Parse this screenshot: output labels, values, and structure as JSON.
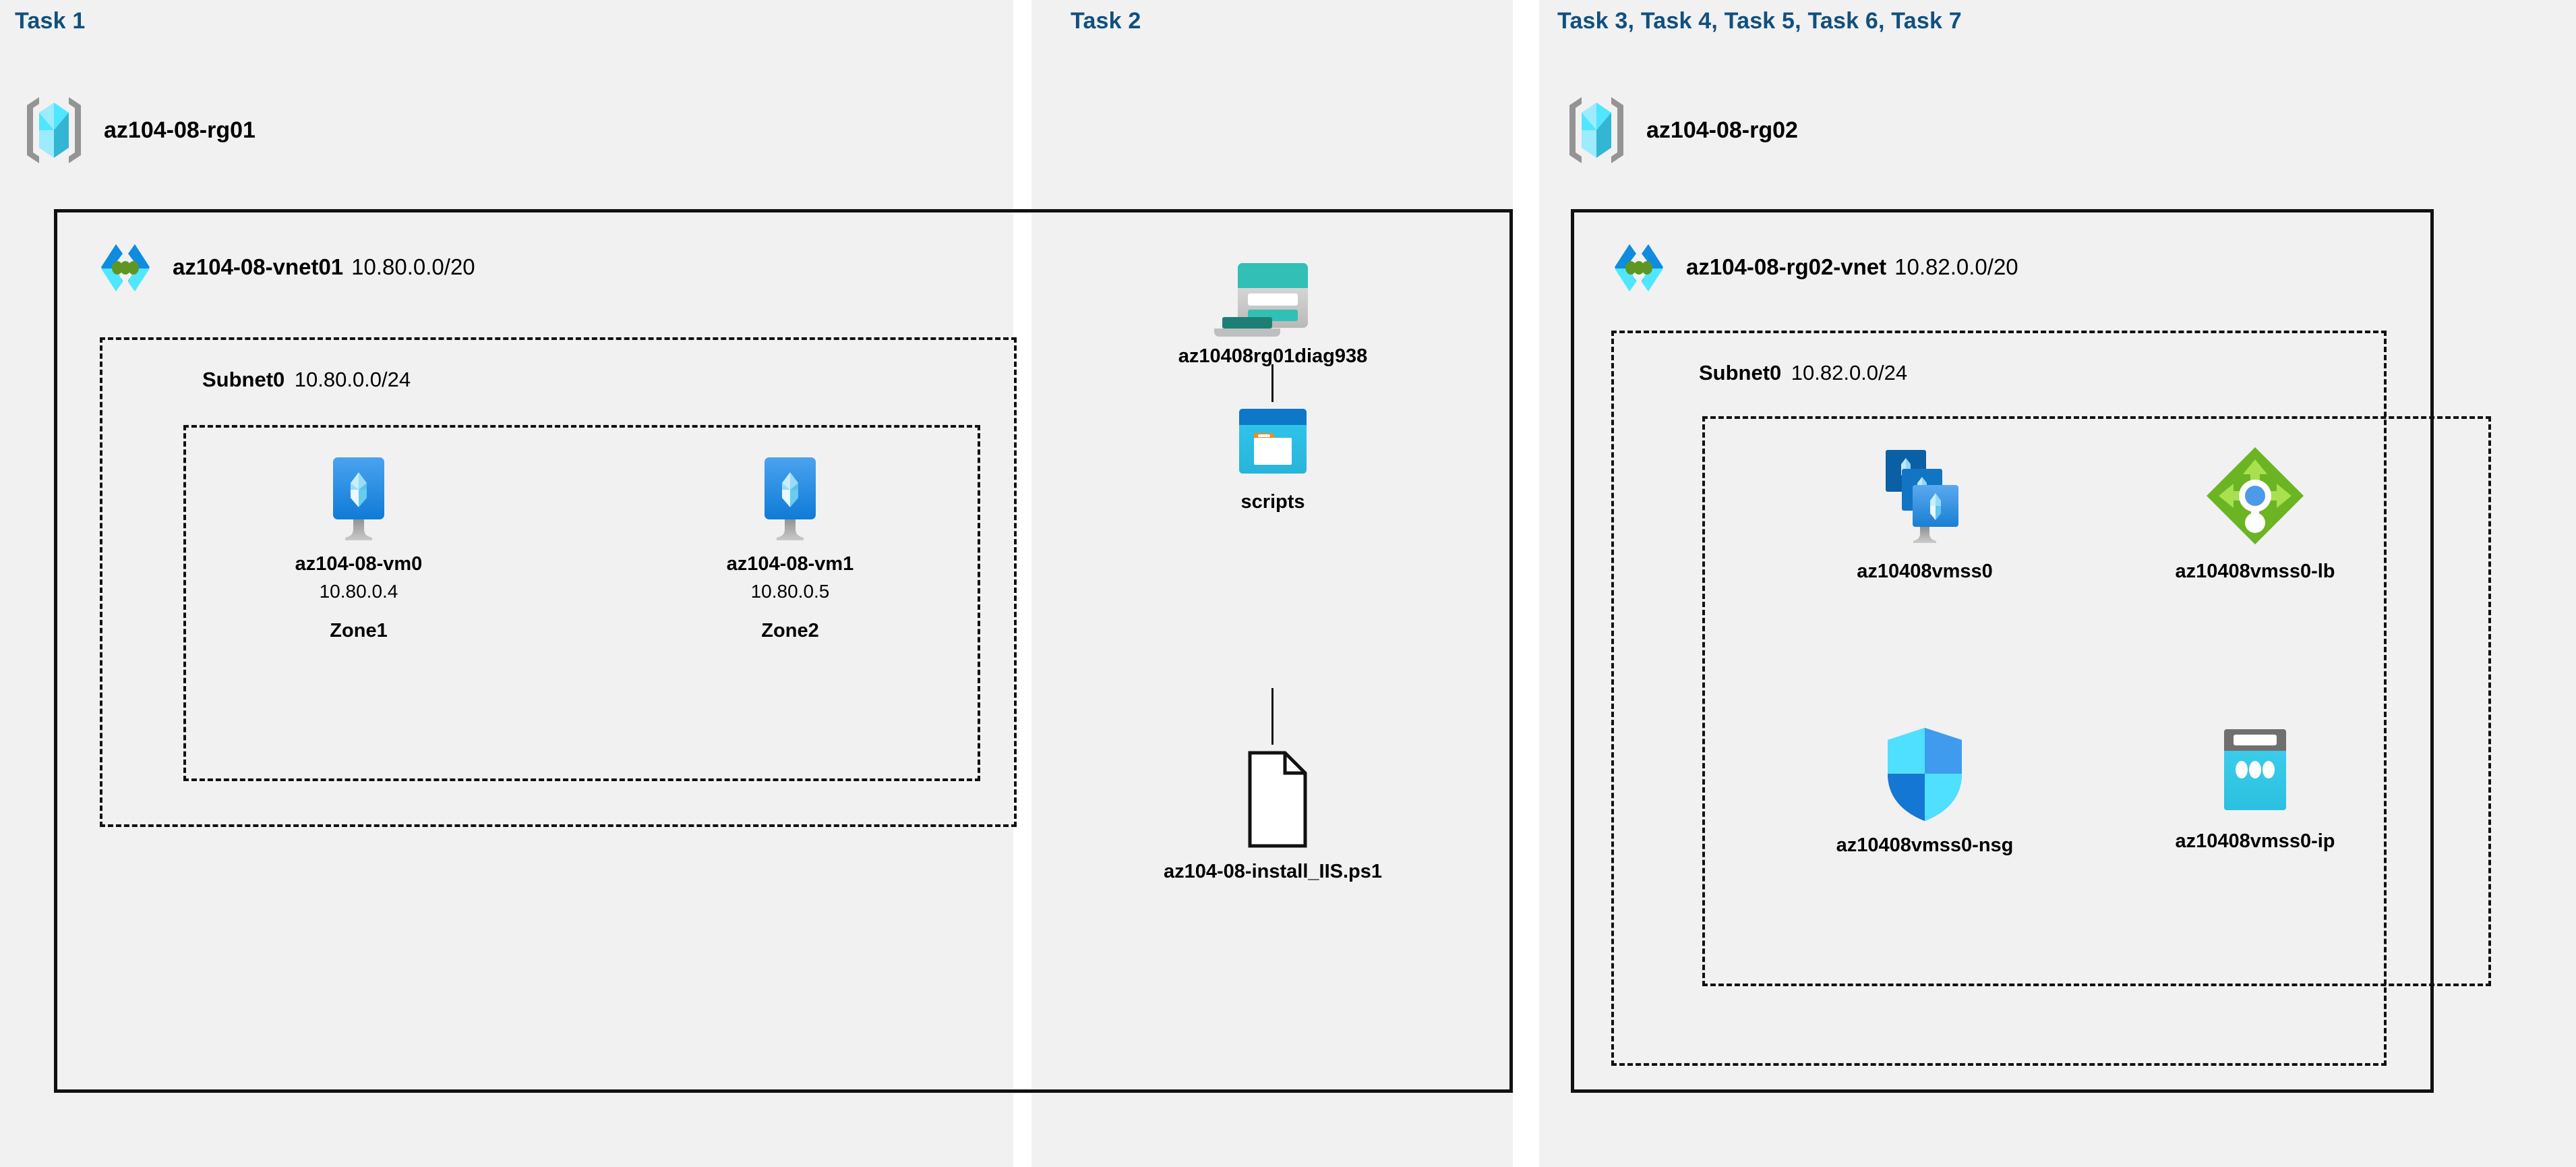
{
  "panels": [
    {
      "id": "task1",
      "header": "Task 1",
      "resource_group": {
        "name": "az104-08-rg01",
        "icon": "resource-group-icon"
      },
      "vnet": {
        "name": "az104-08-vnet01",
        "cidr": "10.80.0.0/20",
        "icon": "virtual-network-icon"
      },
      "subnet": {
        "name": "Subnet0",
        "cidr": "10.80.0.0/24"
      },
      "vms": [
        {
          "name": "az104-08-vm0",
          "ip": "10.80.0.4",
          "zone": "Zone1",
          "icon": "virtual-machine-icon"
        },
        {
          "name": "az104-08-vm1",
          "ip": "10.80.0.5",
          "zone": "Zone2",
          "icon": "virtual-machine-icon"
        }
      ]
    },
    {
      "id": "task2",
      "header": "Task 2",
      "items": [
        {
          "name": "az10408rg01diag938",
          "icon": "storage-account-icon"
        },
        {
          "name": "scripts",
          "icon": "blob-container-icon"
        },
        {
          "name": "az104-08-install_IIS.ps1",
          "icon": "file-icon"
        }
      ]
    },
    {
      "id": "task3-7",
      "header": "Task 3, Task 4, Task 5, Task 6, Task 7",
      "resource_group": {
        "name": "az104-08-rg02",
        "icon": "resource-group-icon"
      },
      "vnet": {
        "name": "az104-08-rg02-vnet",
        "cidr": "10.82.0.0/20",
        "icon": "virtual-network-icon"
      },
      "subnet": {
        "name": "Subnet0",
        "cidr": "10.82.0.0/24"
      },
      "resources": [
        {
          "name": "az10408vmss0",
          "icon": "vm-scale-set-icon"
        },
        {
          "name": "az10408vmss0-lb",
          "icon": "load-balancer-icon"
        },
        {
          "name": "az10408vmss0-nsg",
          "icon": "network-security-group-icon"
        },
        {
          "name": "az10408vmss0-ip",
          "icon": "public-ip-address-icon"
        }
      ]
    }
  ],
  "colors": {
    "task_header": "#10507f",
    "panel_background": "#f1f1f1",
    "page_background": "#ffffff",
    "border": "#111111",
    "azure_blue": "#0d8ce0",
    "azure_cyan": "#50e6ff",
    "storage_teal": "#32bfb5",
    "lb_green": "#6bb424",
    "vnet_green": "#5e9624",
    "grey": "#949494"
  }
}
